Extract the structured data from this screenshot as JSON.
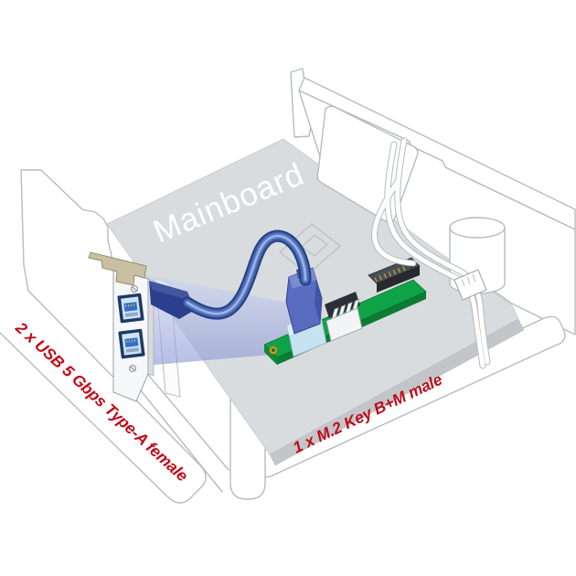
{
  "scene": {
    "board_label": "Mainboard",
    "labels": {
      "left": "2 x USB 5 Gbps Type-A female",
      "right": "1 x M.2 Key B+M male"
    },
    "colors": {
      "label_red": "#c10a18",
      "pcb_green": "#0fa348",
      "pcb_green_dark": "#0b7c34",
      "cable_blue": "#3f5fae",
      "cable_blue_dark": "#233e7d",
      "cable_blue_light": "#aabdea",
      "connector_indigo": "#5a6cc0",
      "usb_header_light_blue": "#c6e2f0",
      "usb_port_blue": "#2e6fd0",
      "gold_contacts": "#cfa63c",
      "m2_socket_black": "#26292d",
      "mainboard_gray": "#d9dcde",
      "board_edge_gray": "#c2c6c9",
      "case_outline_gray": "#b7bbbf",
      "bracket_tab_tan": "#c9c0a3"
    }
  }
}
